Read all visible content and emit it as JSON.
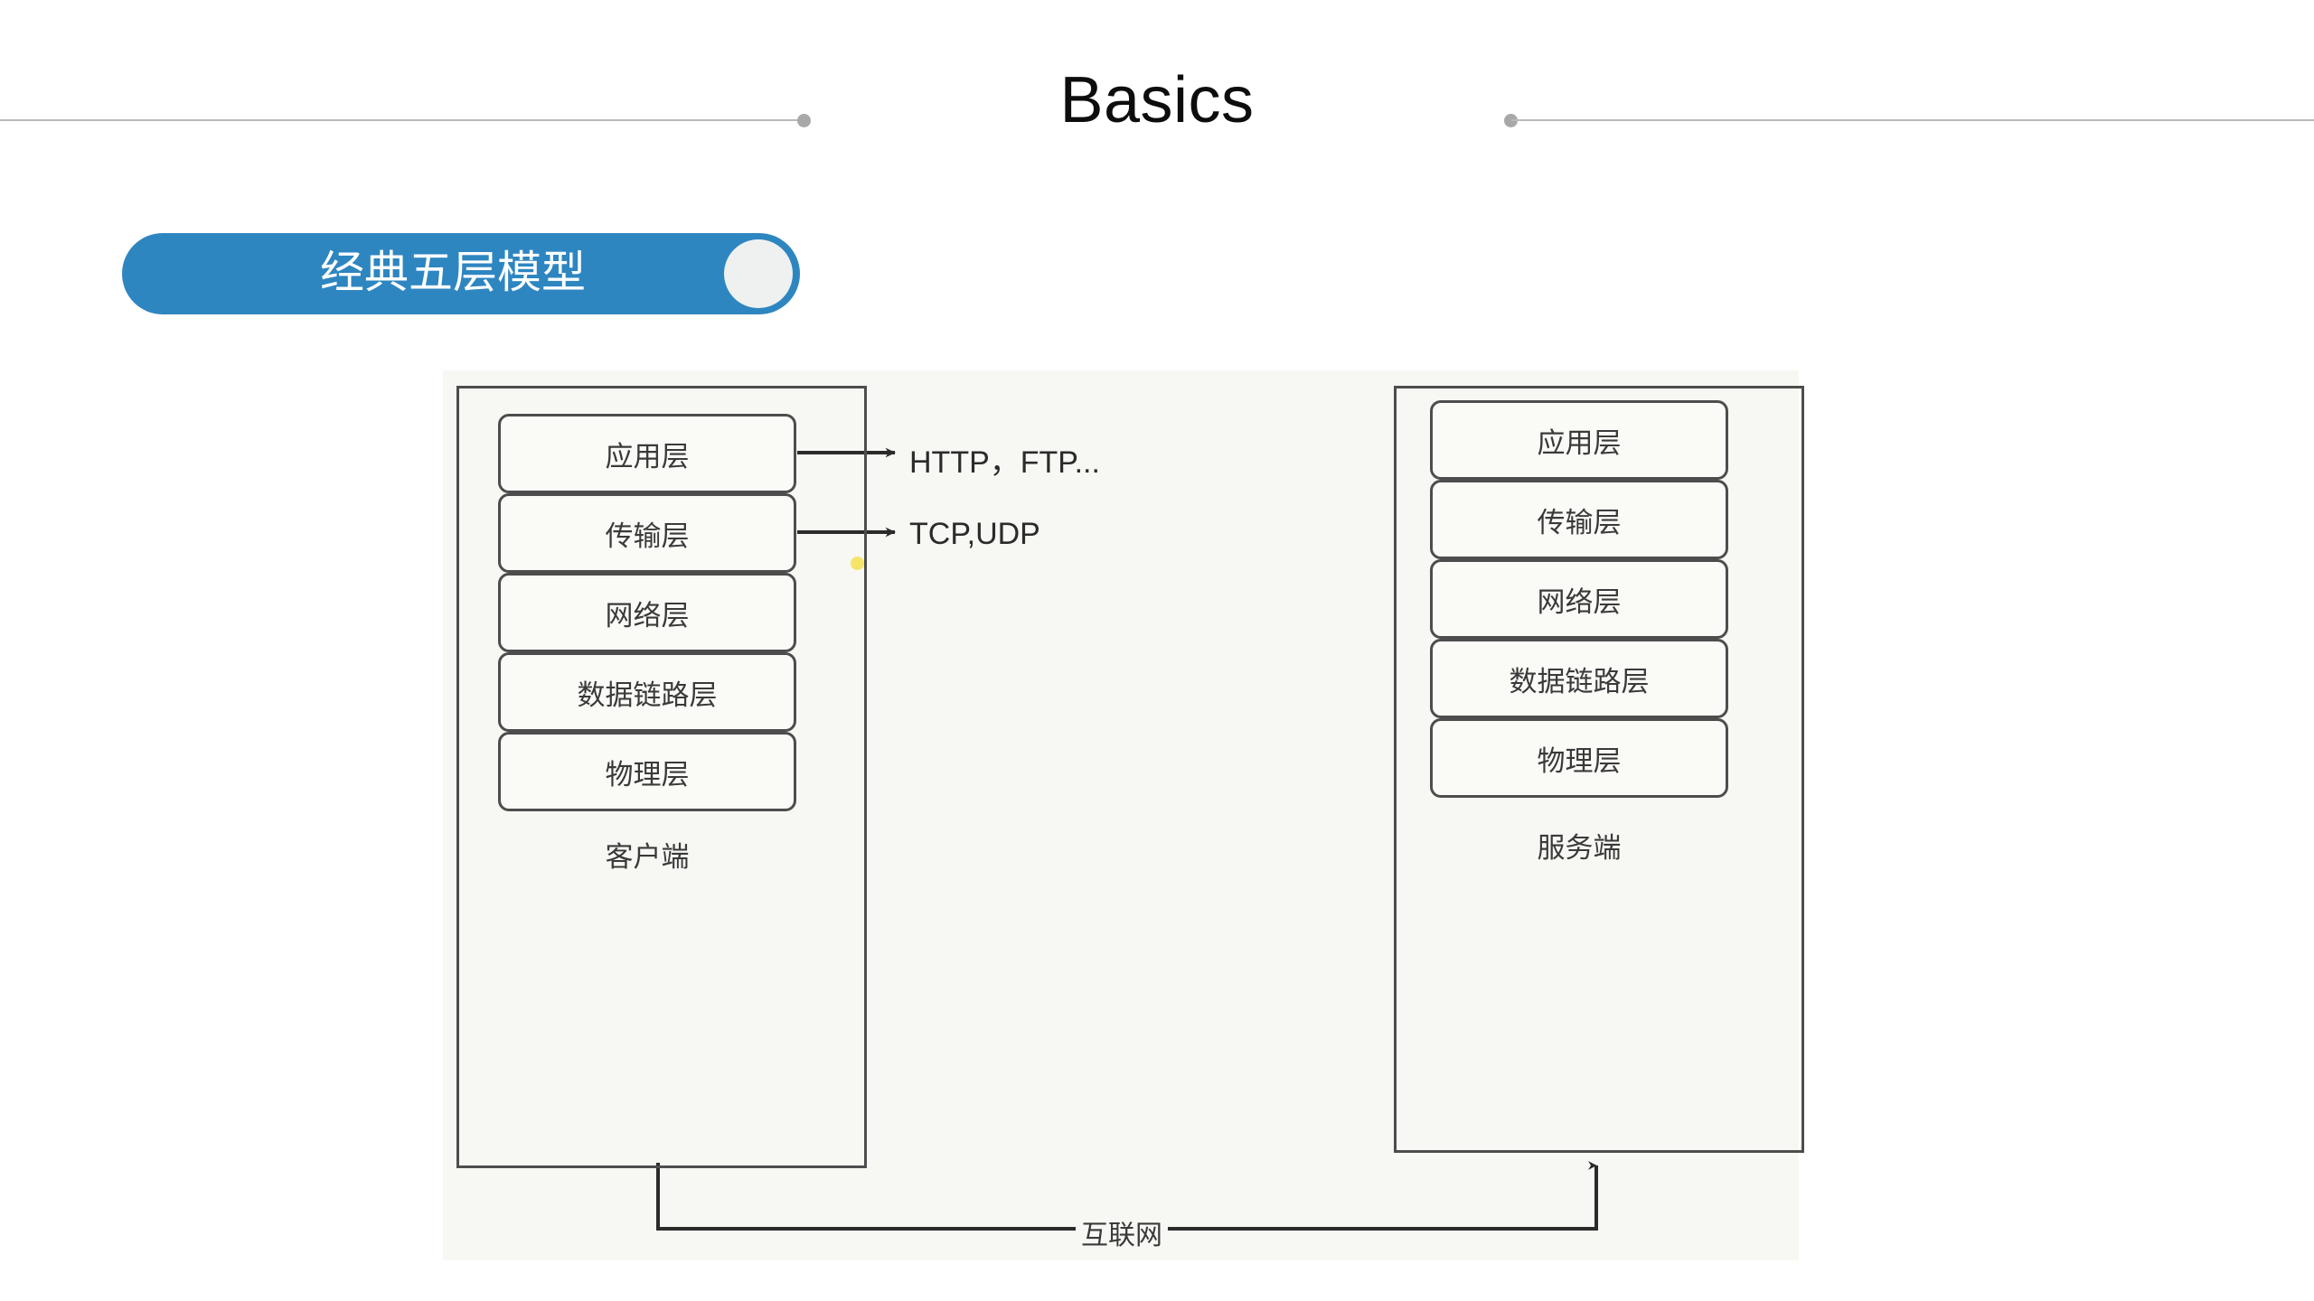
{
  "header": {
    "title": "Basics",
    "rule_color": "#b9b9b9",
    "dot_color": "#a8a8a8"
  },
  "badge": {
    "label": "经典五层模型",
    "fill_color": "#2e86c1",
    "knob_color": "#eef1f0",
    "text_color": "#ffffff"
  },
  "diagram": {
    "background_color": "#f7f8f3",
    "stroke_color": "#4d4d4d",
    "client": {
      "group_label": "客户端",
      "layers": [
        {
          "label": "应用层"
        },
        {
          "label": "传输层"
        },
        {
          "label": "网络层"
        },
        {
          "label": "数据链路层"
        },
        {
          "label": "物理层"
        }
      ],
      "flow_direction": "down"
    },
    "server": {
      "group_label": "服务端",
      "layers": [
        {
          "label": "应用层"
        },
        {
          "label": "传输层"
        },
        {
          "label": "网络层"
        },
        {
          "label": "数据链路层"
        },
        {
          "label": "物理层"
        }
      ],
      "flow_direction": "up"
    },
    "protocol_callouts": [
      {
        "label": "HTTP，FTP...",
        "from_layer": "应用层"
      },
      {
        "label": "TCP,UDP",
        "from_layer": "传输层"
      }
    ],
    "internet_link": {
      "label": "互联网",
      "from": "客户端",
      "to": "服务端"
    },
    "marker": {
      "name": "yellow-highlight-dot",
      "color": "#f5e25c"
    }
  }
}
